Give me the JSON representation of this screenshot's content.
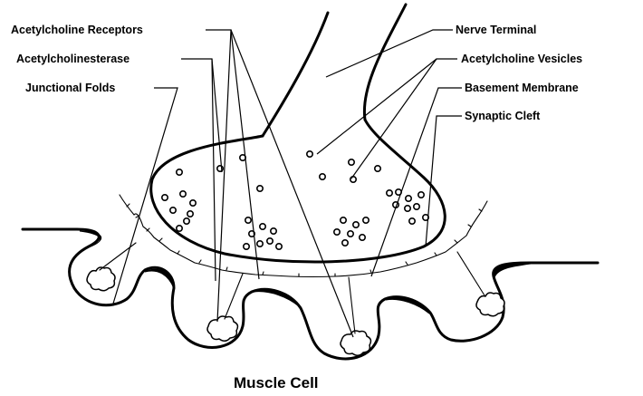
{
  "labels": {
    "acetylcholine_receptors": "Acetylcholine Receptors",
    "acetylcholinesterase": "Acetylcholinesterase",
    "junctional_folds": "Junctional Folds",
    "nerve_terminal": "Nerve Terminal",
    "acetylcholine_vesicles": "Acetylcholine Vesicles",
    "basement_membrane": "Basement Membrane",
    "synaptic_cleft": "Synaptic Cleft"
  },
  "caption": "Muscle Cell",
  "colors": {
    "ink": "#000000",
    "background": "#ffffff"
  }
}
